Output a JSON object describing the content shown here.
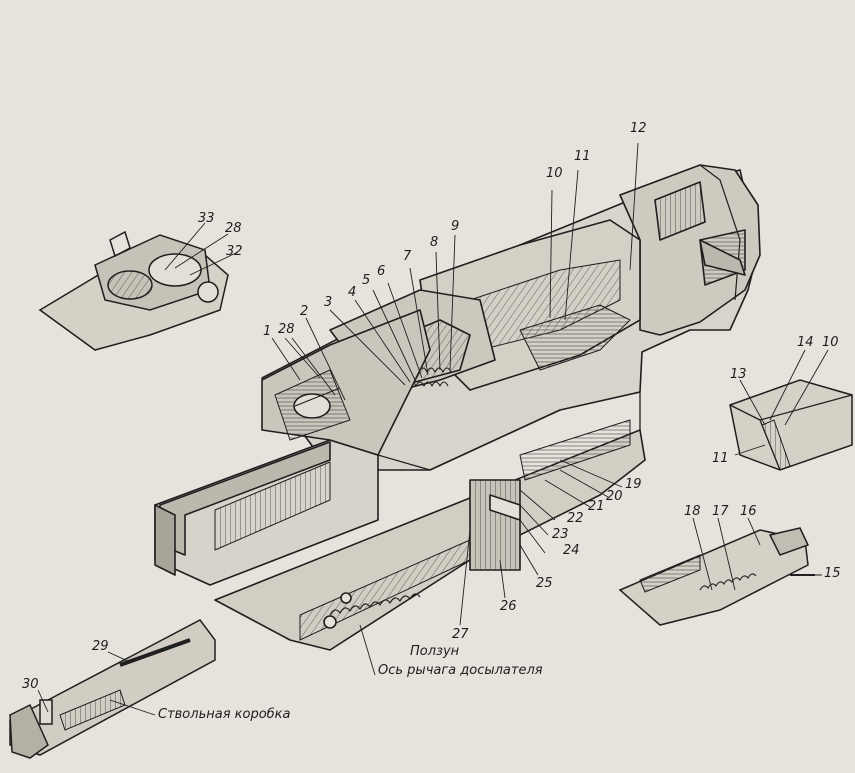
{
  "diagram": {
    "callouts": {
      "c1": "1",
      "c2": "2",
      "c3": "3",
      "c4": "4",
      "c5": "5",
      "c6": "6",
      "c7": "7",
      "c8": "8",
      "c9": "9",
      "c10": "10",
      "c10b": "10",
      "c11": "11",
      "c11b": "11",
      "c12": "12",
      "c13": "13",
      "c14": "14",
      "c15": "15",
      "c16": "16",
      "c17": "17",
      "c18": "18",
      "c19": "19",
      "c20": "20",
      "c21": "21",
      "c22": "22",
      "c23": "23",
      "c24": "24",
      "c25": "25",
      "c26": "26",
      "c27": "27",
      "c28": "28",
      "c28b": "28",
      "c29": "29",
      "c30": "30",
      "c32": "32",
      "c33": "33"
    },
    "captions": {
      "slider": "Ползун",
      "rammer_lever_axis": "Ось рычага досылателя",
      "receiver": "Ствольная коробка"
    }
  }
}
